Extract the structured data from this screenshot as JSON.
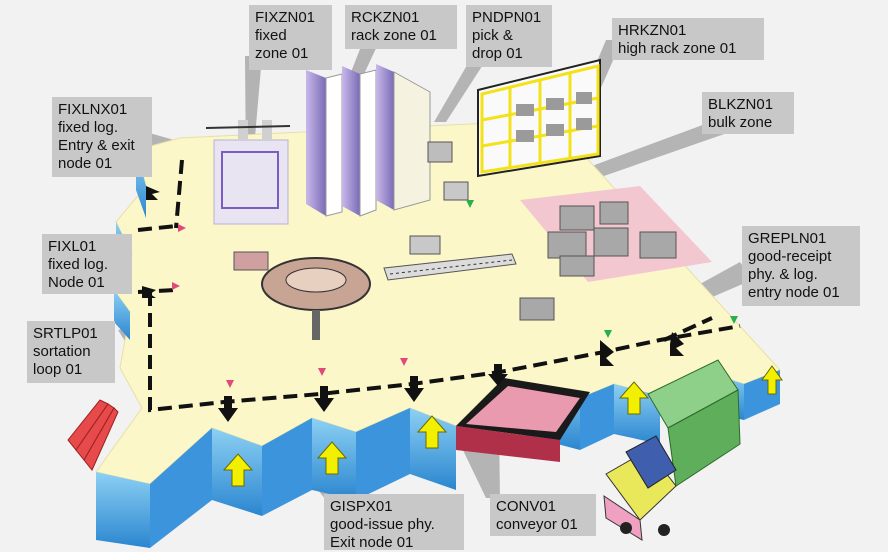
{
  "labels": {
    "fixzn": {
      "code": "FIXZN01",
      "line1": "fixed",
      "line2": "zone 01"
    },
    "rckzn": {
      "code": "RCKZN01",
      "line1": "rack zone 01"
    },
    "pndpn": {
      "code": "PNDPN01",
      "line1": "pick &",
      "line2": "drop 01"
    },
    "hrkzn": {
      "code": "HRKZN01",
      "line1": "high rack zone 01"
    },
    "fixlnx": {
      "code": "FIXLNX01",
      "line1": "fixed log.",
      "line2": "Entry & exit",
      "line3": "node 01"
    },
    "blkzn": {
      "code": "BLKZN01",
      "line1": "bulk zone"
    },
    "fixl": {
      "code": "FIXL01",
      "line1": "fixed log.",
      "line2": "Node 01"
    },
    "grepln": {
      "code": "GREPLN01",
      "line1": "good-receipt",
      "line2": "phy. & log.",
      "line3": "entry node 01"
    },
    "srtlp": {
      "code": "SRTLP01",
      "line1": "sortation",
      "line2": "loop 01"
    },
    "gispx": {
      "code": "GISPX01",
      "line1": "good-issue phy.",
      "line2": "Exit node 01"
    },
    "conv": {
      "code": "CONV01",
      "line1": "conveyor 01"
    }
  },
  "colors": {
    "floor": "#fbf7c9",
    "wall": "#4aa6e6",
    "wall_dark": "#2c7fc4",
    "callout": "#c8c8c8",
    "pointer": "#a9a9a9",
    "arrow_up": "#f2f000",
    "path_line": "#111111",
    "high_rack_frame": "#f3e11a",
    "truck_cab": "#e8e85a",
    "truck_trailer": "#8ed08a",
    "bulk_mat": "#e69aa8"
  }
}
